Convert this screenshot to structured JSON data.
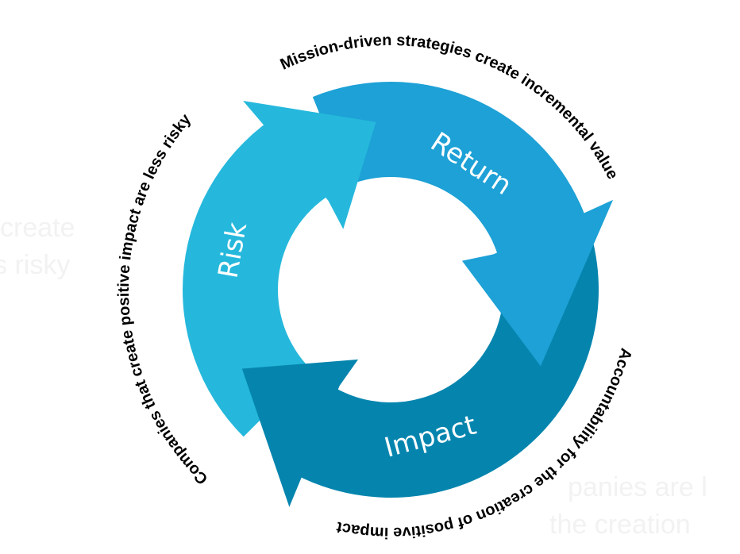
{
  "cycle": {
    "segments": [
      {
        "label": "Risk",
        "color": "#25B8DC"
      },
      {
        "label": "Return",
        "color": "#1DA1D6"
      },
      {
        "label": "Impact",
        "color": "#0585AE"
      }
    ]
  },
  "captions": {
    "top": "Mission-driven strategies create incremental value",
    "left": "Companies that create positive  impact are less risky",
    "bottom_right": "Accountability for the creation of positive impact"
  },
  "ghost_text": {
    "left_line1": "create",
    "left_line2": "s risky",
    "right_line1": "panies are l",
    "right_line2": "the creation"
  }
}
